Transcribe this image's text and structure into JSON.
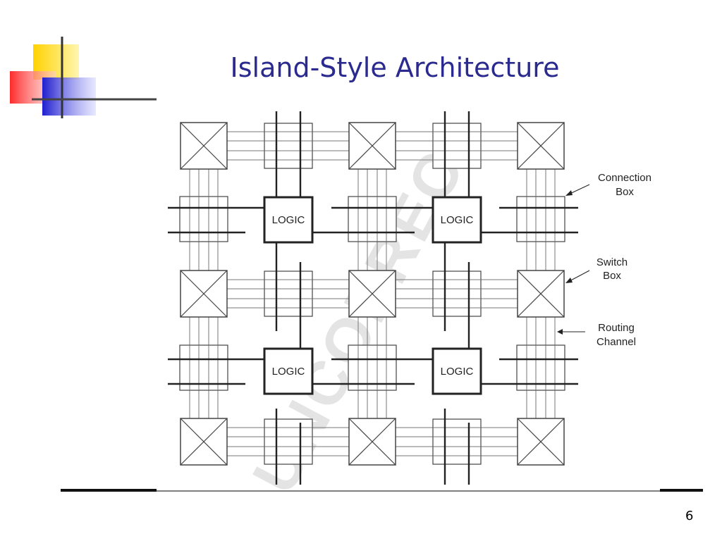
{
  "slide": {
    "title": "Island-Style Architecture",
    "page_number": "6"
  },
  "diagram": {
    "logic_label": "LOGIC",
    "annotations": {
      "connection_box": [
        "Connection",
        "Box"
      ],
      "switch_box": [
        "Switch",
        "Box"
      ],
      "routing_channel": [
        "Routing",
        "Channel"
      ]
    },
    "watermark": "UNCOPREC"
  },
  "colors": {
    "title": "#2b2b8f",
    "accent_yellow": "#ffd700",
    "accent_red": "#ff3b3b",
    "accent_blue": "#2a2ad6",
    "diagram_stroke": "#333333",
    "thin_stroke": "#777777",
    "watermark": "#e2e2e2"
  }
}
